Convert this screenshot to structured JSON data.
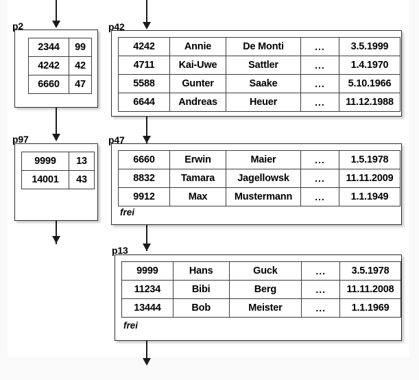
{
  "diagram": {
    "title": "Hash index page chain diagram",
    "free_space_label": "frei",
    "ellipsis": "...",
    "accent_color": "#1a1a1a",
    "box_border_color": "#2b2b2b",
    "background_color": "#ffffff"
  },
  "pages": [
    {
      "id": "p2",
      "label": "p2",
      "kind": "index",
      "columns": 2,
      "rows": [
        [
          "2344",
          "99"
        ],
        [
          "4242",
          "42"
        ],
        [
          "6660",
          "47"
        ]
      ],
      "free_label": null
    },
    {
      "id": "p42",
      "label": "p42",
      "kind": "data",
      "columns": 5,
      "rows": [
        [
          "4242",
          "Annie",
          "De Monti",
          "...",
          "3.5.1999"
        ],
        [
          "4711",
          "Kai-Uwe",
          "Sattler",
          "...",
          "1.4.1970"
        ],
        [
          "5588",
          "Gunter",
          "Saake",
          "...",
          "5.10.1966"
        ],
        [
          "6644",
          "Andreas",
          "Heuer",
          "...",
          "11.12.1988"
        ]
      ],
      "free_label": null
    },
    {
      "id": "p97",
      "label": "p97",
      "kind": "index",
      "columns": 2,
      "rows": [
        [
          "9999",
          "13"
        ],
        [
          "14001",
          "43"
        ]
      ],
      "free_label": null
    },
    {
      "id": "p47",
      "label": "p47",
      "kind": "data",
      "columns": 5,
      "rows": [
        [
          "6660",
          "Erwin",
          "Maier",
          "...",
          "1.5.1978"
        ],
        [
          "8832",
          "Tamara",
          "Jagellowsk",
          "...",
          "11.11.2009"
        ],
        [
          "9912",
          "Max",
          "Mustermann",
          "...",
          "1.1.1949"
        ]
      ],
      "free_label": "frei"
    },
    {
      "id": "p13",
      "label": "p13",
      "kind": "data",
      "columns": 5,
      "rows": [
        [
          "9999",
          "Hans",
          "Guck",
          "...",
          "3.5.1978"
        ],
        [
          "11234",
          "Bibi",
          "Berg",
          "...",
          "11.11.2008"
        ],
        [
          "13444",
          "Bob",
          "Meister",
          "...",
          "1.1.1969"
        ]
      ],
      "free_label": "frei"
    }
  ],
  "arrows": [
    {
      "id": "into-p2",
      "from": "top-edge",
      "to": "p2"
    },
    {
      "id": "into-p42",
      "from": "top-edge",
      "to": "p42"
    },
    {
      "id": "p2-to-p97",
      "from": "p2",
      "to": "p97"
    },
    {
      "id": "p42-to-p47",
      "from": "p42",
      "to": "p47"
    },
    {
      "id": "p97-out",
      "from": "p97",
      "to": "below"
    },
    {
      "id": "p47-to-p13",
      "from": "p47",
      "to": "p13"
    },
    {
      "id": "p13-out",
      "from": "p13",
      "to": "below"
    }
  ]
}
